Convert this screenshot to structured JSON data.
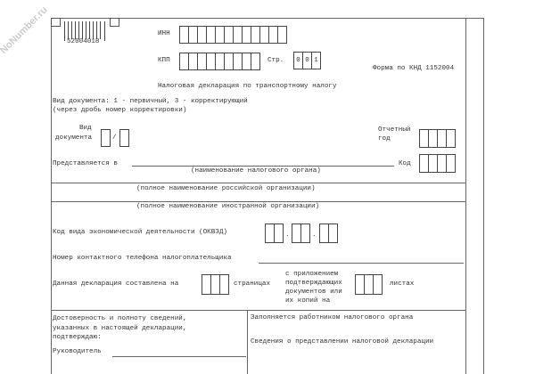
{
  "watermark": "NoNumber.ru",
  "barcode": "52004018",
  "inn_label": "ИНН",
  "kpp_label": "КПП",
  "page_label": "Стр.",
  "page_digits": [
    "0",
    "0",
    "1"
  ],
  "form_code": "Форма по КНД 1152004",
  "title": "Налоговая декларация по транспортному налогу",
  "doc_type_line1": "Вид документа: 1 - первичный, 3 - корректирующий",
  "doc_type_line2": "(через дробь номер корректировки)",
  "doc_type_label1": "Вид",
  "doc_type_label2": "документа",
  "slash": "/",
  "year_label1": "Отчетный",
  "year_label2": "год",
  "submitted_to": "Представляется в",
  "tax_authority_caption": "(наименование налогового органа)",
  "code_label": "Код",
  "russian_org_caption": "(полное наименование российской организации)",
  "foreign_org_caption": "(полное наименование иностранной организации)",
  "okved_label": "Код вида экономической деятельности (ОКВЭД)",
  "dot": ".",
  "phone_label": "Номер контактного телефона налогоплательщика",
  "pages_label": "Данная декларация составлена на",
  "pages_suffix": "страницах",
  "attach_lines": [
    "с приложением",
    "подтверждающих",
    "документов или",
    "их копий на"
  ],
  "sheets_suffix": "листах",
  "confirm_lines": [
    "Достоверность и полноту сведений,",
    "указанных в настоящей декларации,",
    "подтверждаю:"
  ],
  "head_label": "Руководитель",
  "tax_officer_label": "Заполняется работником налогового органа",
  "submission_info_label": "Сведения о представлении налоговой декларации"
}
